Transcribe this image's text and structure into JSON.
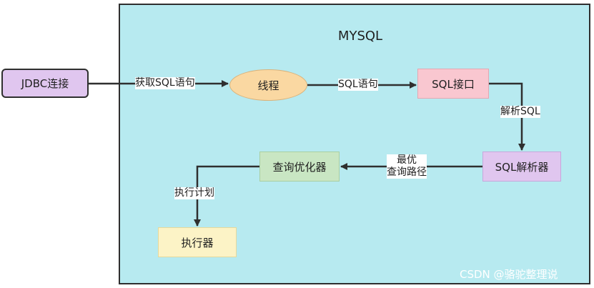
{
  "title": "MYSQL",
  "nodes": {
    "jdbc": "JDBC连接",
    "thread": "线程",
    "sql_interface": "SQL接口",
    "sql_parser": "SQL解析器",
    "query_optimizer": "查询优化器",
    "executor": "执行器"
  },
  "edges": {
    "get_sql": "获取SQL语句",
    "sql_statement": "SQL语句",
    "parse_sql": "解析SQL",
    "best_path_line1": "最优",
    "best_path_line2": "查询路径",
    "exec_plan": "执行计划"
  },
  "watermark": "CSDN @骆驼整理说",
  "colors": {
    "container_bg": "#b7eaf0",
    "jdbc_fill": "#e0c6ef",
    "thread_fill": "#fad8a2",
    "sql_interface_fill": "#f9c7d0",
    "sql_parser_fill": "#e0c6ef",
    "optimizer_fill": "#c9e6c3",
    "executor_fill": "#fcf3c6",
    "edge_color": "#2f2f2f"
  }
}
